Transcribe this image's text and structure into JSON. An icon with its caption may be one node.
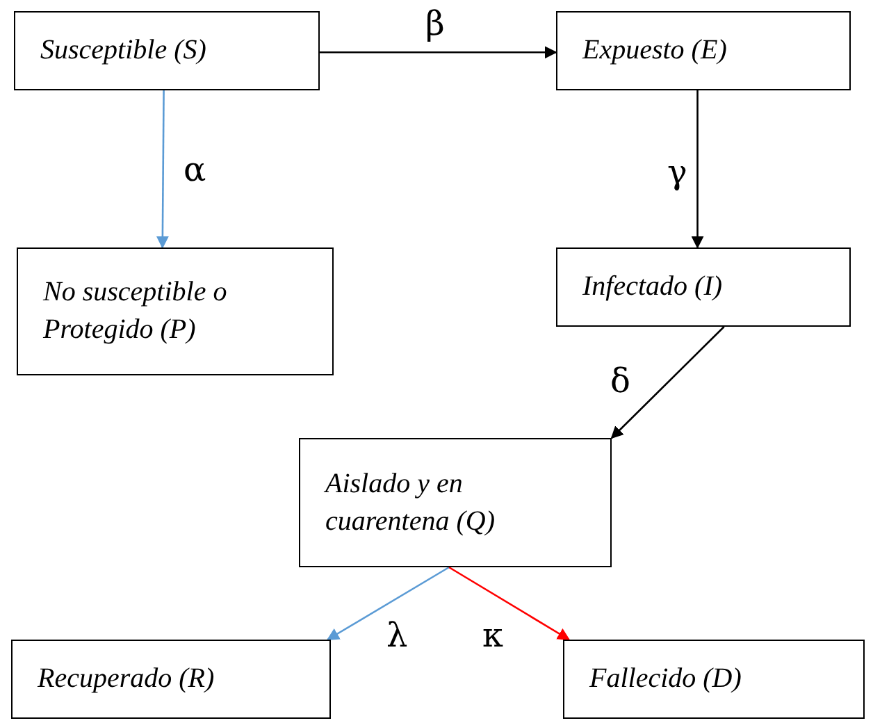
{
  "diagram": {
    "nodes": [
      {
        "text": [
          "Susceptible (S)"
        ]
      },
      {
        "text": [
          "Expuesto (E)"
        ]
      },
      {
        "text": [
          "No susceptible o Protegido (P)"
        ]
      },
      {
        "text": [
          "Infectado (I)"
        ]
      },
      {
        "text": [
          "Aislado y en cuarentena (Q)"
        ]
      },
      {
        "text": [
          "Recuperado (R)"
        ]
      },
      {
        "text": [
          "Fallecido (D)"
        ]
      }
    ],
    "edges": [
      {
        "from": 0,
        "to": 1,
        "arrow": "to",
        "label": "β"
      },
      {
        "from": 0,
        "to": 2,
        "arrow": "to",
        "label": "α",
        "color": "#5b9bd5"
      },
      {
        "from": 1,
        "to": 3,
        "arrow": "to",
        "label": "γ"
      },
      {
        "from": 3,
        "to": 4,
        "arrow": "to",
        "label": "δ"
      },
      {
        "from": 4,
        "to": 5,
        "arrow": "to",
        "label": "λ",
        "color": "#5b9bd5"
      },
      {
        "from": 4,
        "to": 6,
        "arrow": "to",
        "label": "κ",
        "color": "#ff0000"
      }
    ]
  }
}
